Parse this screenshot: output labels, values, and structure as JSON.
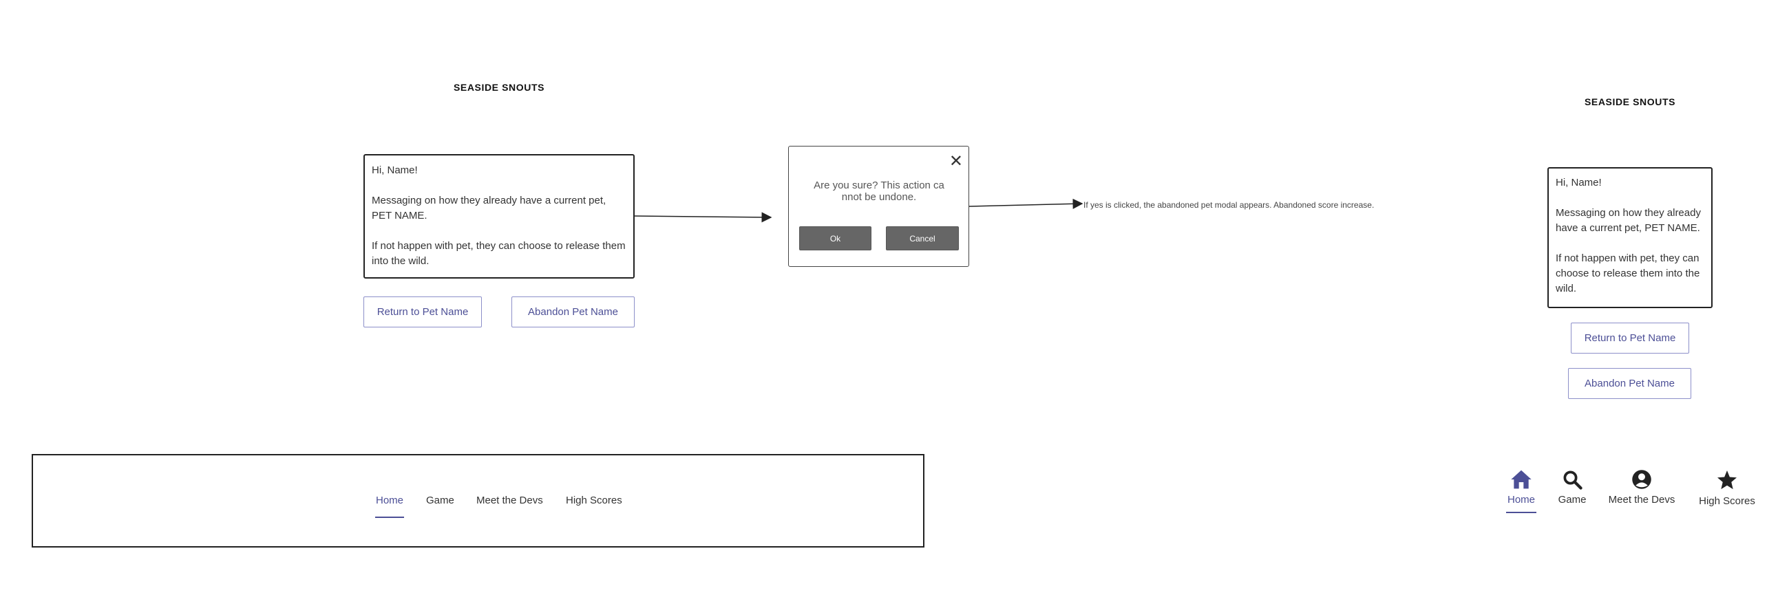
{
  "desktop": {
    "brand": "SEASIDE SNOUTS",
    "message": {
      "greeting": "Hi, Name!",
      "body": "Messaging on how they already have a current pet, PET NAME.",
      "footer": "If not happen with pet, they can choose to release them into the wild."
    },
    "return_button": "Return to Pet Name",
    "abandon_button": "Abandon Pet Name"
  },
  "confirm_modal": {
    "text": "Are you sure? This action ca nnot be undone.",
    "ok_label": "Ok",
    "cancel_label": "Cancel"
  },
  "flow_note": "If yes is clicked, the abandoned pet modal appears. Abandoned score increase.",
  "desktop_nav": {
    "items": [
      "Home",
      "Game",
      "Meet the Devs",
      "High Scores"
    ],
    "active": "Home"
  },
  "mobile": {
    "brand": "SEASIDE SNOUTS",
    "message": {
      "greeting": "Hi, Name!",
      "body": "Messaging on how they already have a current pet, PET NAME.",
      "footer": "If not happen with pet, they can choose to release them into the wild."
    },
    "return_button": "Return to Pet Name",
    "abandon_button": "Abandon Pet Name"
  },
  "mobile_nav": {
    "items": [
      {
        "label": "Home",
        "icon": "home-icon"
      },
      {
        "label": "Game",
        "icon": "search-icon"
      },
      {
        "label": "Meet the Devs",
        "icon": "account-icon"
      },
      {
        "label": "High Scores",
        "icon": "star-icon"
      }
    ],
    "active": "Home"
  },
  "colors": {
    "accent": "#4c4f96",
    "button_border": "#8c8fc9",
    "dark_button": "#666666"
  }
}
